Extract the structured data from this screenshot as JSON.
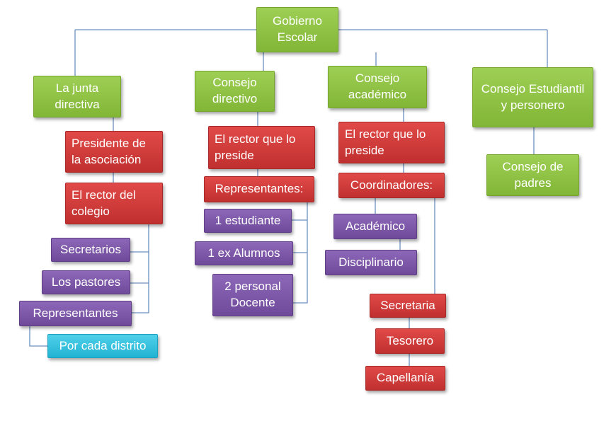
{
  "diagram": {
    "root": {
      "label": "Gobierno Escolar"
    },
    "branches": {
      "junta": {
        "label": "La junta directiva",
        "presidente": "Presidente de la asociación",
        "rector": "El rector del colegio",
        "secretarios": "Secretarios",
        "pastores": "Los pastores",
        "representantes": "Representantes",
        "por_distrito": "Por cada distrito"
      },
      "directivo": {
        "label": "Consejo directivo",
        "rector": "El rector que lo preside",
        "representantes": "Representantes:",
        "estudiante": "1 estudiante",
        "ex_alumnos": "1 ex Alumnos",
        "docente": "2 personal Docente"
      },
      "academico": {
        "label": "Consejo académico",
        "rector": "El rector que lo preside",
        "coordinadores": "Coordinadores:",
        "academico": "Académico",
        "disciplinario": "Disciplinario",
        "secretaria": "Secretaria",
        "tesorero": "Tesorero",
        "capellania": "Capellanía"
      },
      "estudiantil": {
        "label": "Consejo Estudiantil y personero",
        "padres": "Consejo de padres"
      }
    },
    "colors": {
      "green": "#8dc63f",
      "red": "#c93634",
      "purple": "#7b56a6",
      "cyan": "#31bfdd",
      "connector": "#6b8fbf"
    }
  }
}
